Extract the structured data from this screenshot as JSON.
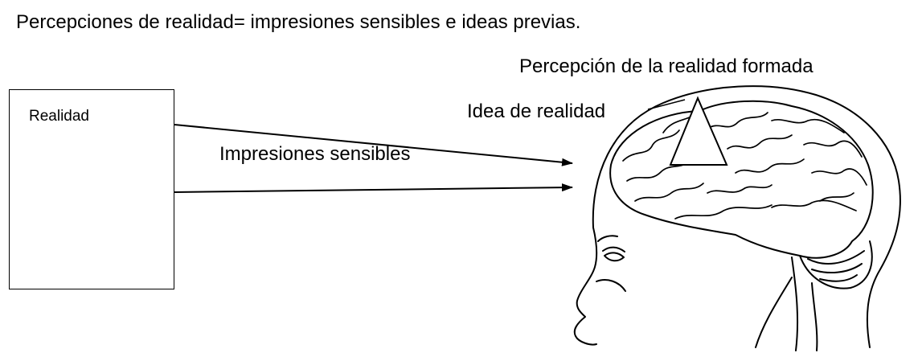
{
  "heading": "Percepciones de realidad= impresiones sensibles e ideas previas.",
  "labels": {
    "percepcion_formada": "Percepción de la realidad formada",
    "idea_realidad": "Idea de realidad",
    "impresiones": "Impresiones sensibles",
    "realidad": "Realidad"
  },
  "icons": {
    "head": "head-brain-icon",
    "triangle": "triangle-icon"
  }
}
